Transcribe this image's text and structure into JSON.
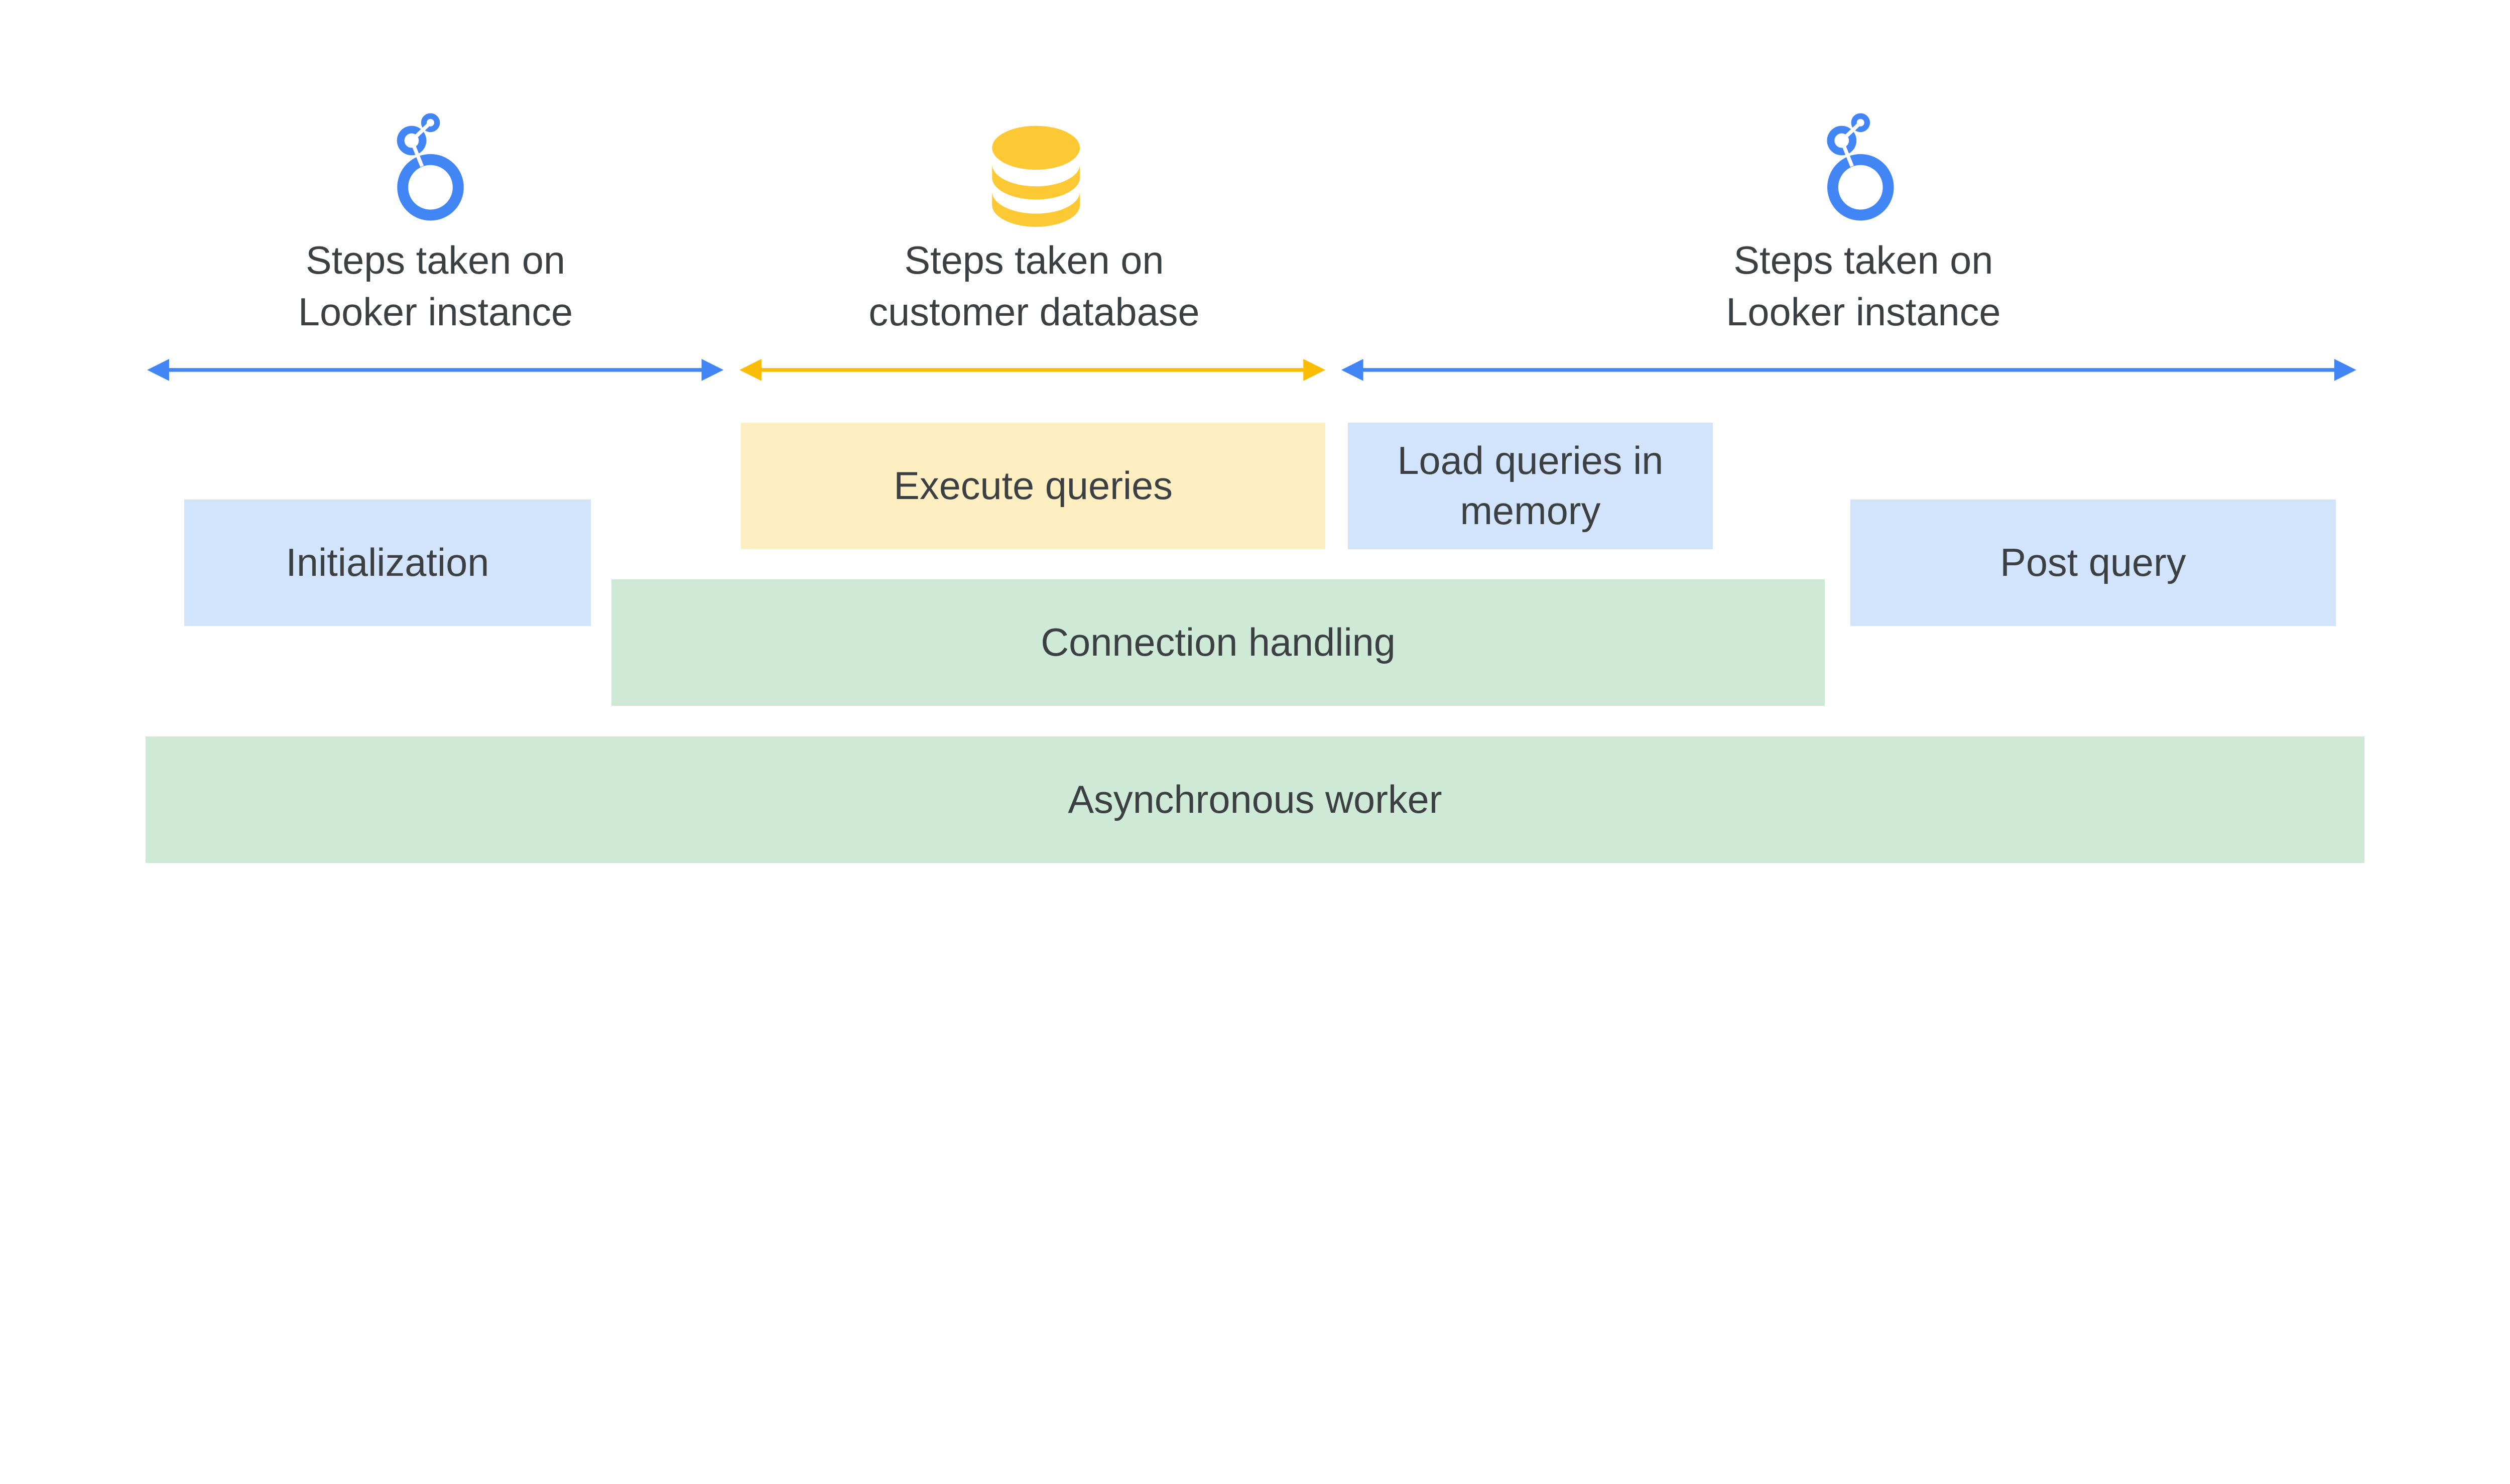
{
  "sections": [
    {
      "title": [
        "Steps taken on",
        "Looker instance"
      ],
      "icon": "looker-logo-icon",
      "color": "#4285f4"
    },
    {
      "title": [
        "Steps taken on",
        "customer database"
      ],
      "icon": "database-icon",
      "color": "#fbbc04"
    },
    {
      "title": [
        "Steps taken on",
        "Looker instance"
      ],
      "icon": "looker-logo-icon",
      "color": "#4285f4"
    }
  ],
  "boxes": {
    "execute_queries": "Execute queries",
    "load_queries": [
      "Load queries in",
      "memory"
    ],
    "initialization": "Initialization",
    "post_query": "Post query",
    "connection_handling": "Connection handling",
    "async_worker": "Asynchronous worker"
  },
  "colors": {
    "blue_box": "#d2e3fc",
    "yellow_box": "#feefc3",
    "green_box": "#ceead6",
    "text": "#3c4043",
    "looker_blue": "#4285f4",
    "database_yellow": "#fcc934"
  }
}
